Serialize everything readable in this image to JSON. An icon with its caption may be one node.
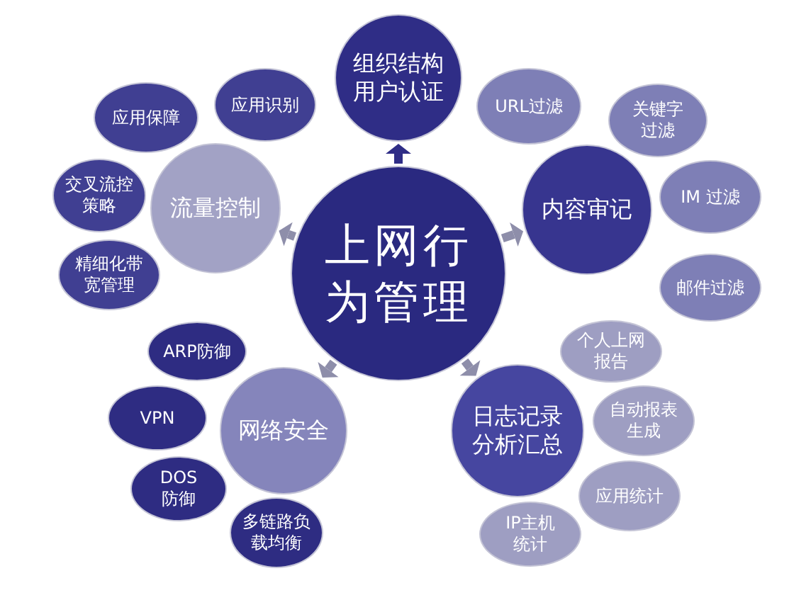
{
  "diagram": {
    "nodes": [
      {
        "text": [
          "上网行为管理"
        ]
      },
      {
        "text": [
          "组织结构用户认证"
        ]
      },
      {
        "text": [
          "内容审记"
        ]
      },
      {
        "text": [
          "URL过滤"
        ]
      },
      {
        "text": [
          "关键字过滤"
        ]
      },
      {
        "text": [
          "IM 过滤"
        ]
      },
      {
        "text": [
          "邮件过滤"
        ]
      },
      {
        "text": [
          "日志记录分析汇总"
        ]
      },
      {
        "text": [
          "个人上网报告"
        ]
      },
      {
        "text": [
          "自动报表生成"
        ]
      },
      {
        "text": [
          "应用统计"
        ]
      },
      {
        "text": [
          "IP主机统计"
        ]
      },
      {
        "text": [
          "网络安全"
        ]
      },
      {
        "text": [
          "ARP防御"
        ]
      },
      {
        "text": [
          "VPN"
        ]
      },
      {
        "text": [
          "DOS防御"
        ]
      },
      {
        "text": [
          "多链路负载均衡"
        ]
      },
      {
        "text": [
          "流量控制"
        ]
      },
      {
        "text": [
          "应用保障"
        ]
      },
      {
        "text": [
          "应用识别"
        ]
      },
      {
        "text": [
          "交叉流控策略"
        ]
      },
      {
        "text": [
          "精细化带宽管理"
        ]
      }
    ],
    "edges": [
      {
        "from": 0,
        "to": 1,
        "arrow": "to",
        "color": "#2f2d86"
      },
      {
        "from": 0,
        "to": 2,
        "arrow": "to"
      },
      {
        "from": 0,
        "to": 7,
        "arrow": "to"
      },
      {
        "from": 0,
        "to": 12,
        "arrow": "to"
      },
      {
        "from": 0,
        "to": 17,
        "arrow": "to"
      }
    ]
  }
}
